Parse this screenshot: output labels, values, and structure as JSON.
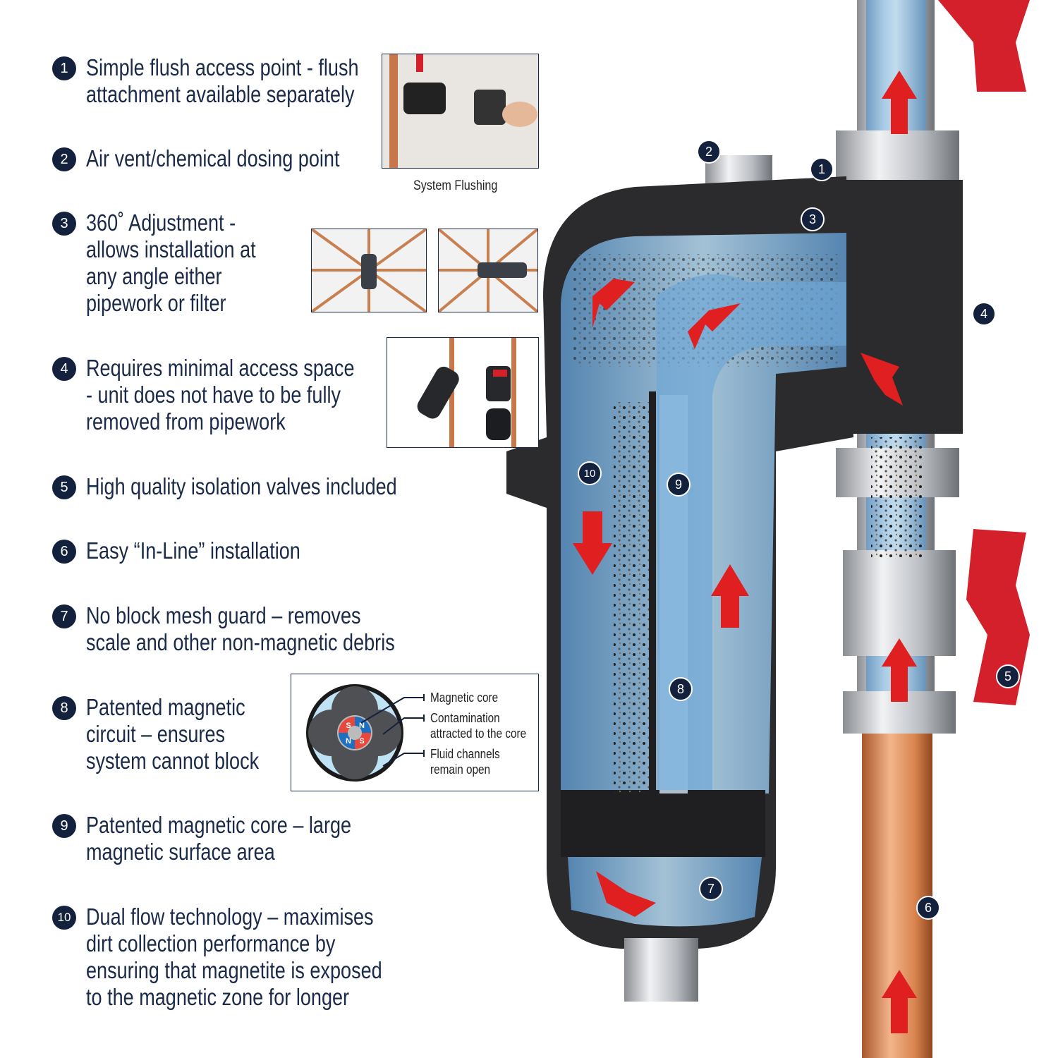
{
  "features": [
    {
      "number": "1",
      "lines": [
        "Simple flush access point - flush",
        "attachment available separately"
      ]
    },
    {
      "number": "2",
      "lines": [
        "Air vent/chemical dosing point"
      ]
    },
    {
      "number": "3",
      "lines": [
        "360˚ Adjustment -",
        "allows installation at",
        "any angle either",
        "pipework or filter"
      ]
    },
    {
      "number": "4",
      "lines": [
        "Requires minimal access space",
        "- unit does not have to be fully",
        "removed from pipework"
      ]
    },
    {
      "number": "5",
      "lines": [
        "High quality isolation valves included"
      ]
    },
    {
      "number": "6",
      "lines": [
        "Easy “In-Line” installation"
      ]
    },
    {
      "number": "7",
      "lines": [
        "No block mesh guard – removes",
        "scale and other non-magnetic debris"
      ]
    },
    {
      "number": "8",
      "lines": [
        "Patented magnetic",
        "circuit – ensures",
        "system cannot block"
      ]
    },
    {
      "number": "9",
      "lines": [
        "Patented magnetic core – large",
        "magnetic surface area"
      ]
    },
    {
      "number": "10",
      "lines": [
        "Dual flow technology – maximises",
        "dirt collection performance by",
        "ensuring that magnetite is exposed",
        "to the magnetic zone for longer"
      ]
    }
  ],
  "flush_photo": {
    "caption": "System Flushing"
  },
  "magnet_inset": {
    "poles": [
      "S",
      "N",
      "N",
      "S"
    ],
    "labels": {
      "core": "Magnetic core",
      "contamination": [
        "Contamination",
        "attracted to the core"
      ],
      "channels": [
        "Fluid channels",
        "remain open"
      ]
    }
  },
  "callouts": [
    "1",
    "2",
    "3",
    "4",
    "5",
    "6",
    "7",
    "8",
    "9",
    "10"
  ],
  "colors": {
    "navy": "#14213d",
    "text": "#1b2a48",
    "arrow": "#e02020",
    "water": "#7fb6e0",
    "copper": "#d9844f",
    "body": "#2b2b2e"
  }
}
